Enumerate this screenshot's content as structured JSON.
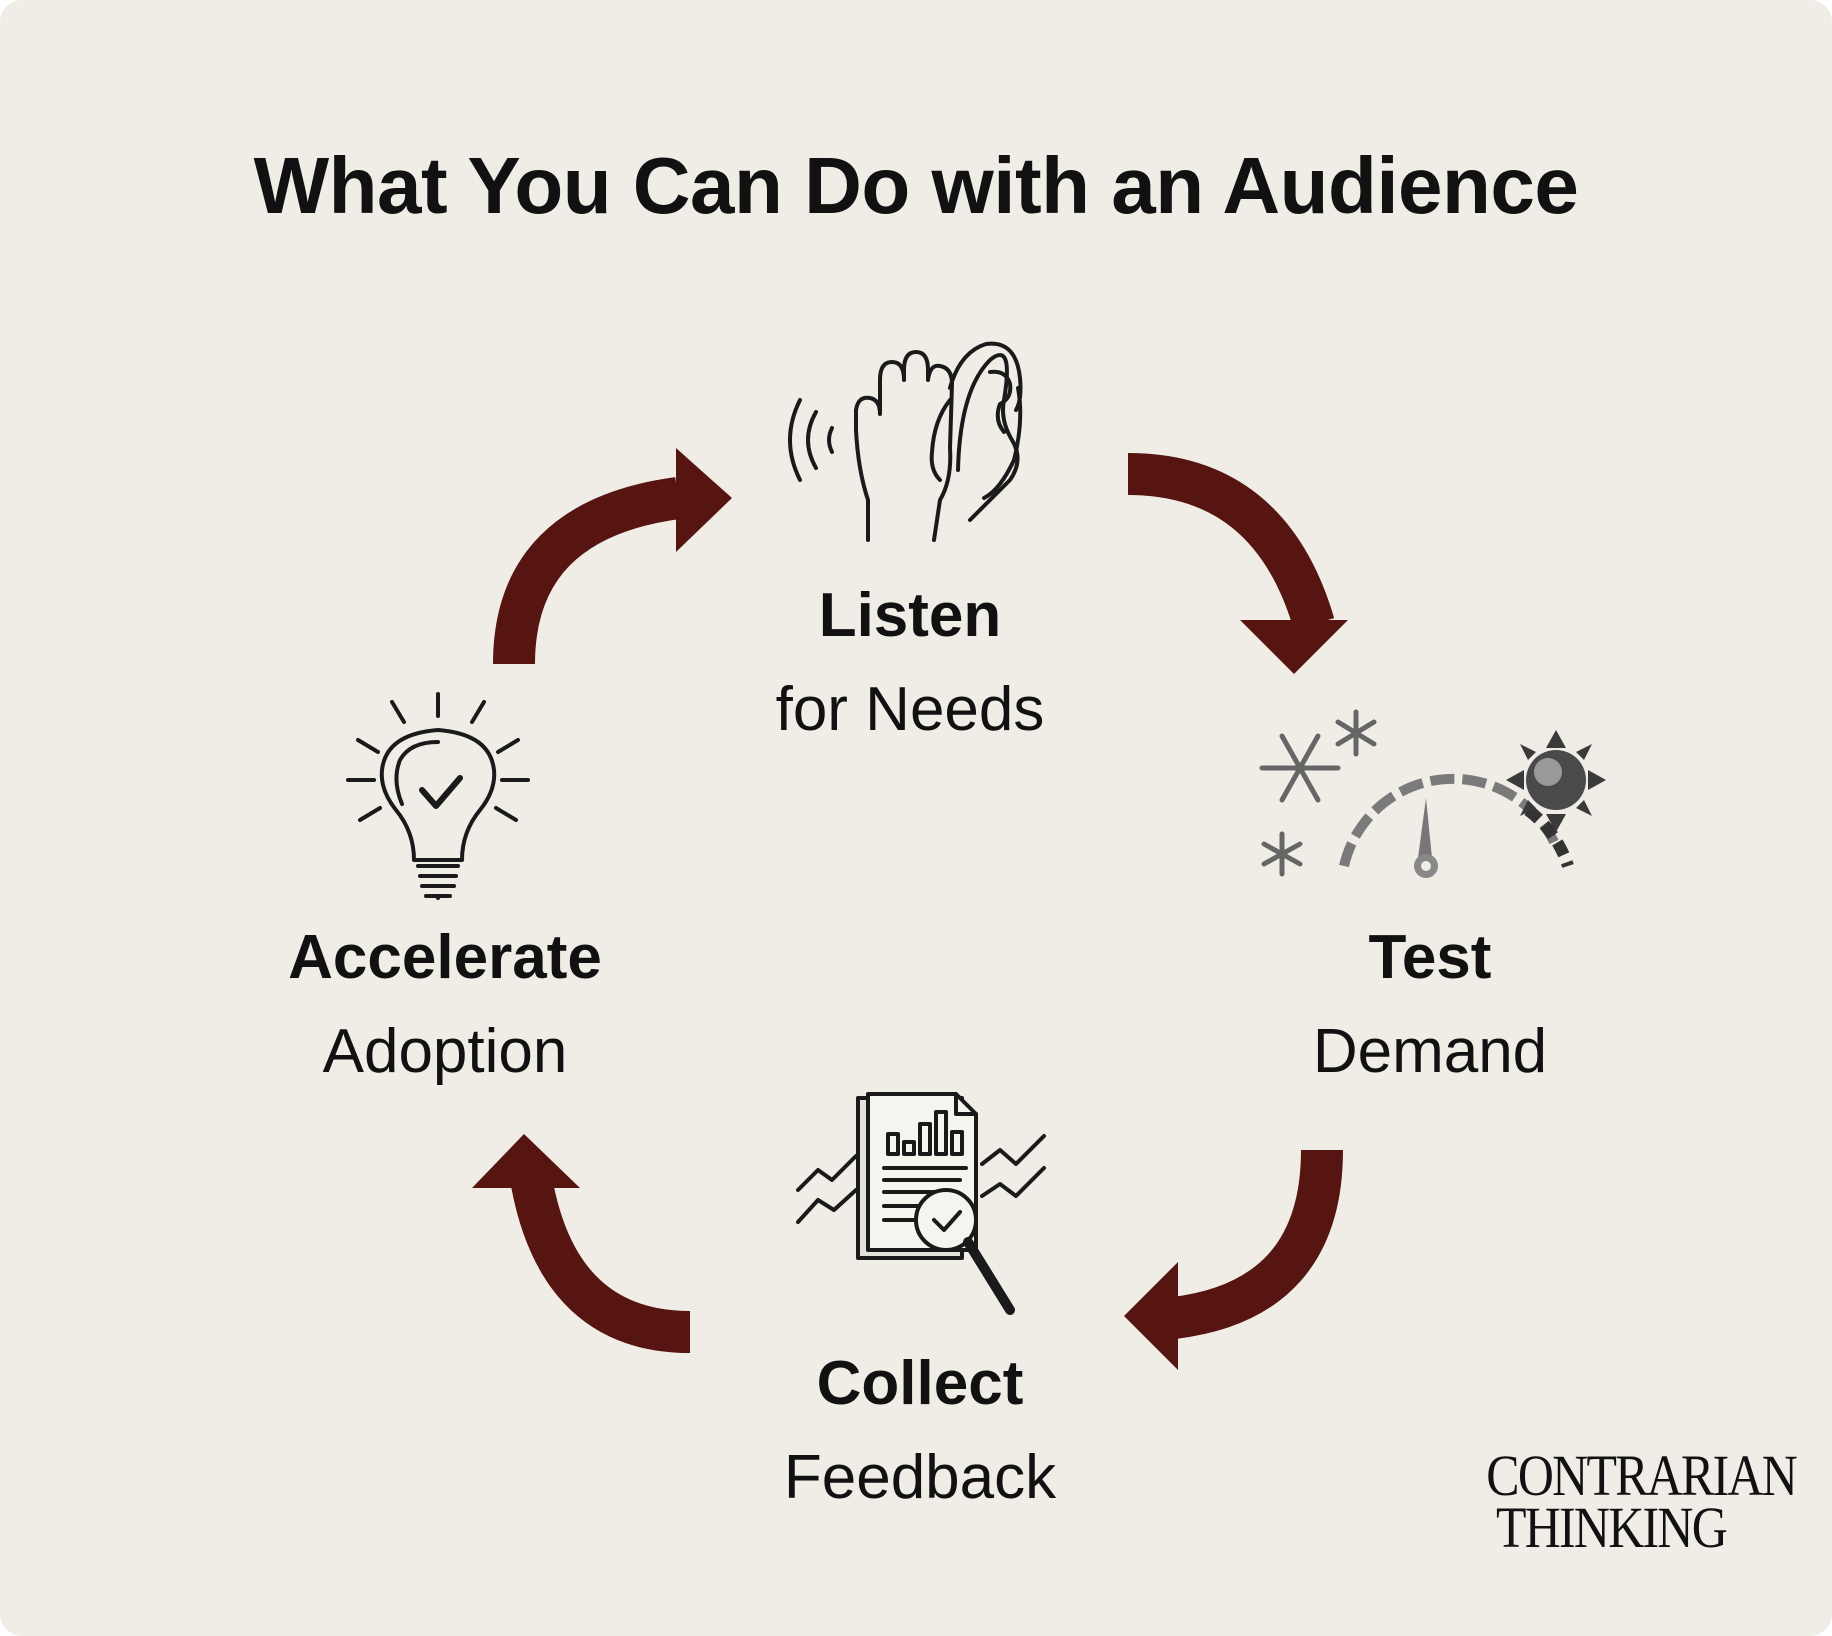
{
  "title": "What You Can Do with an Audience",
  "steps": [
    {
      "id": "listen",
      "head": "Listen",
      "sub": "for Needs",
      "icon": "listening-ear-hand-icon"
    },
    {
      "id": "test",
      "head": "Test",
      "sub": "Demand",
      "icon": "gauge-snow-sun-icon"
    },
    {
      "id": "collect",
      "head": "Collect",
      "sub": "Feedback",
      "icon": "report-magnifier-icon"
    },
    {
      "id": "accel",
      "head": "Accelerate",
      "sub": "Adoption",
      "icon": "lightbulb-check-icon"
    }
  ],
  "brand": {
    "line1": "CONTRARIAN",
    "line2": "THINKING"
  },
  "colors": {
    "background": "#f0ede6",
    "arrow": "#561510",
    "text": "#111111"
  }
}
